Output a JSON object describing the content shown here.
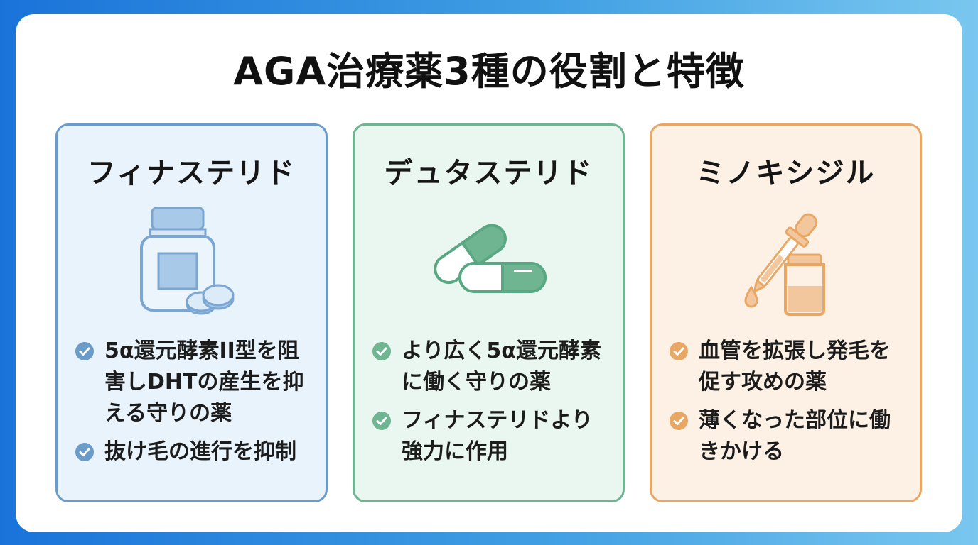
{
  "title": "AGA治療薬3種の役割と特徴",
  "colors": {
    "finasteride": "#6b9cc9",
    "dutasteride": "#6fb592",
    "minoxidil": "#e8a764"
  },
  "cards": [
    {
      "name": "フィナステリド",
      "icon": "medicine-bottle-with-pills-icon",
      "bullets": [
        "5α還元酵素II型を阻害しDHTの産生を抑える守りの薬",
        "抜け毛の進行を抑制"
      ]
    },
    {
      "name": "デュタステリド",
      "icon": "capsules-icon",
      "bullets": [
        "より広く5α還元酵素に働く守りの薬",
        "フィナステリドより強力に作用"
      ]
    },
    {
      "name": "ミノキシジル",
      "icon": "dropper-bottle-icon",
      "bullets": [
        "血管を拡張し発毛を促す攻めの薬",
        "薄くなった部位に働きかける"
      ]
    }
  ]
}
